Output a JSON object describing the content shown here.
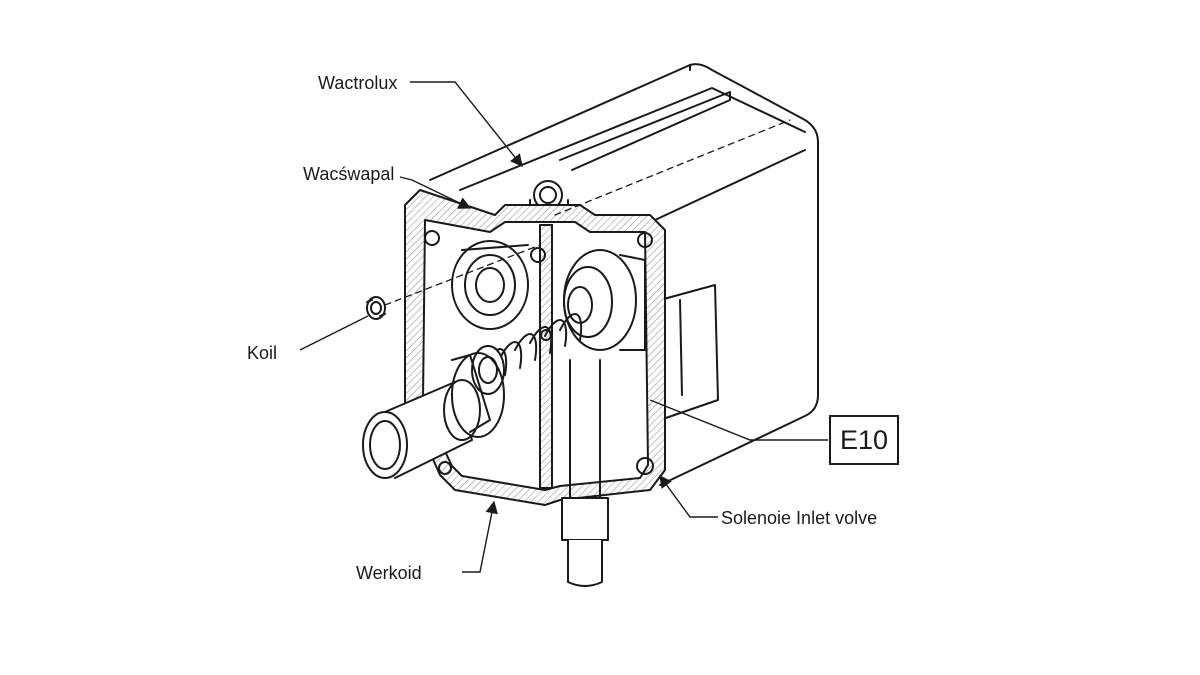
{
  "diagram": {
    "labels": {
      "top": "Wactrolux",
      "upper_left": "Wacśwapal",
      "left": "Koil",
      "bottom": "Werkoid",
      "right": "Solenoie Inlet volve"
    },
    "reference_code": "E10",
    "colors": {
      "line": "#1a1a1a",
      "hatch": "#9a9a9a",
      "background": "#ffffff"
    }
  }
}
